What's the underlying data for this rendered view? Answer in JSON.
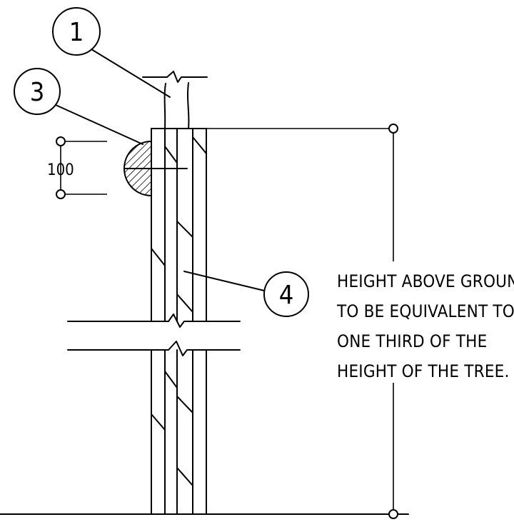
{
  "callouts": [
    {
      "id": "1",
      "label": "1"
    },
    {
      "id": "3",
      "label": "3"
    },
    {
      "id": "4",
      "label": "4"
    }
  ],
  "dimension": {
    "value": "100"
  },
  "note": {
    "lines": [
      "HEIGHT ABOVE GROUND",
      "TO BE EQUIVALENT TO",
      "ONE THIRD OF THE",
      "HEIGHT OF THE TREE."
    ]
  }
}
